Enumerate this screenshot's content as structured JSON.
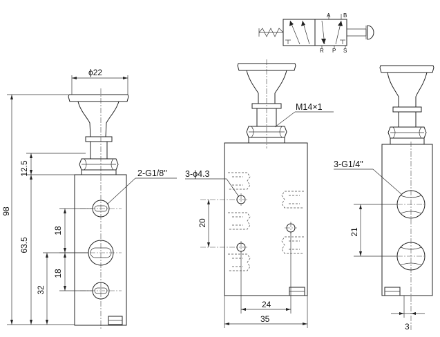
{
  "dimensions": {
    "total_height": "98",
    "button_diameter": "ϕ22",
    "upper_offset": "12.5",
    "body_height": "63.5",
    "port_spacing_upper": "18",
    "port_spacing_lower": "18",
    "bottom_port_height": "32",
    "mount_hole_spacing": "20",
    "mount_width": "24",
    "body_width": "35",
    "side_port_spacing": "21",
    "side_offset": "3"
  },
  "callouts": {
    "port_thread_small": "2-G1/8\"",
    "mount_holes": "3-ϕ4.3",
    "stem_thread": "M14×1",
    "port_thread_large": "3-G1/4\""
  },
  "symbol_ports": {
    "a": "A",
    "b": "B",
    "r": "R",
    "p": "P",
    "s": "S"
  }
}
